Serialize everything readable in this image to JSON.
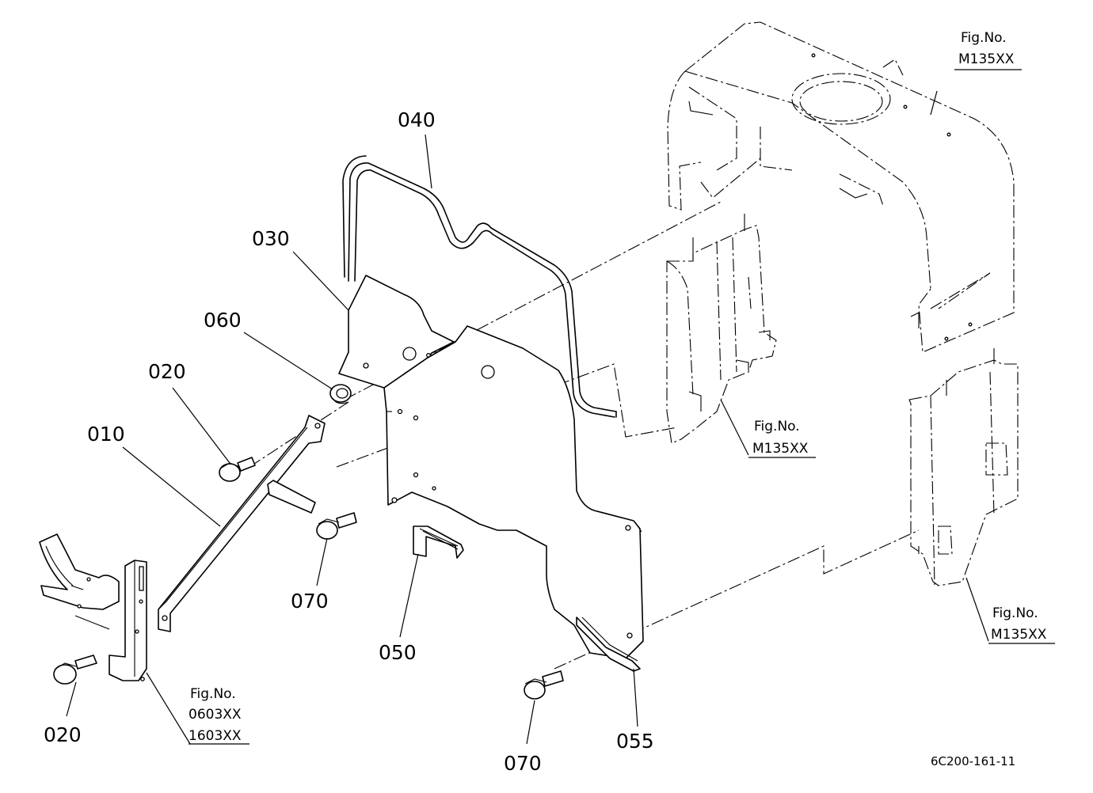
{
  "part_labels": {
    "p010": "010",
    "p020a": "020",
    "p020b": "020",
    "p030": "030",
    "p040": "040",
    "p050": "050",
    "p055": "055",
    "p060": "060",
    "p070a": "070",
    "p070b": "070"
  },
  "fig_refs": {
    "top_right": {
      "line1": "Fig.No.",
      "line2": "M135XX"
    },
    "middle": {
      "line1": "Fig.No.",
      "line2": "M135XX"
    },
    "right": {
      "line1": "Fig.No.",
      "line2": "M135XX"
    },
    "bottom_left": {
      "line1": "Fig.No.",
      "line2": "0603XX",
      "line3": "1603XX"
    }
  },
  "drawing_code": "6C200-161-11"
}
